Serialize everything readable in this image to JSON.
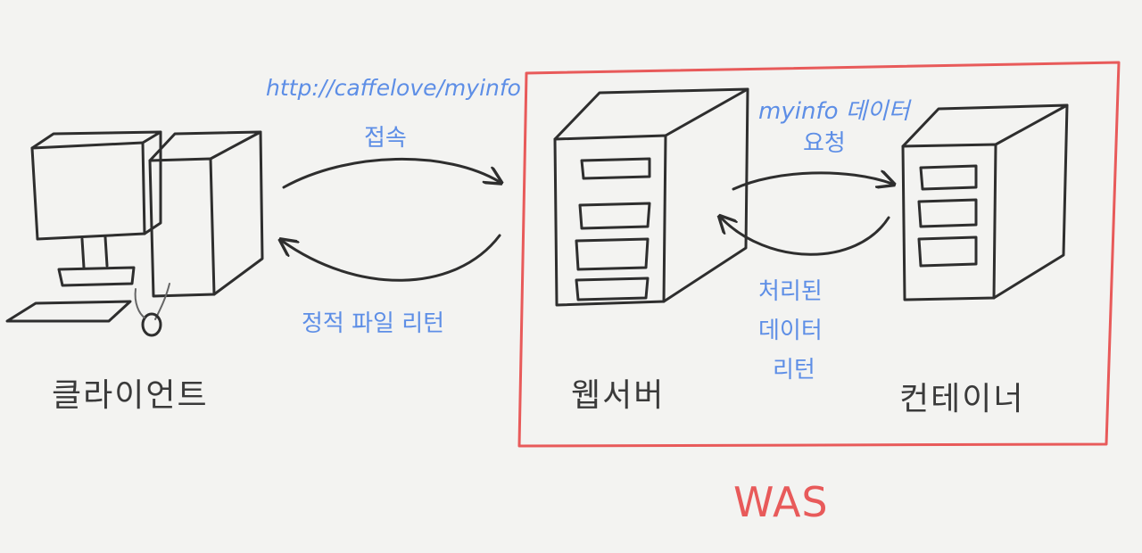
{
  "labels": {
    "url": "http://caffelove/myinfo",
    "connect": "접속",
    "static_return": "정적 파일 리턴",
    "request_line1": "myinfo 데이터",
    "request_line2": "요청",
    "processed_line1": "처리된",
    "processed_line2": "데이터",
    "processed_line3": "리턴",
    "client": "클라이언트",
    "web_server": "웹서버",
    "container": "컨테이너",
    "was": "WAS"
  },
  "colors": {
    "annotation": "#5d8ee6",
    "was_box": "#e85a5a",
    "ink": "#2e2e2e"
  }
}
